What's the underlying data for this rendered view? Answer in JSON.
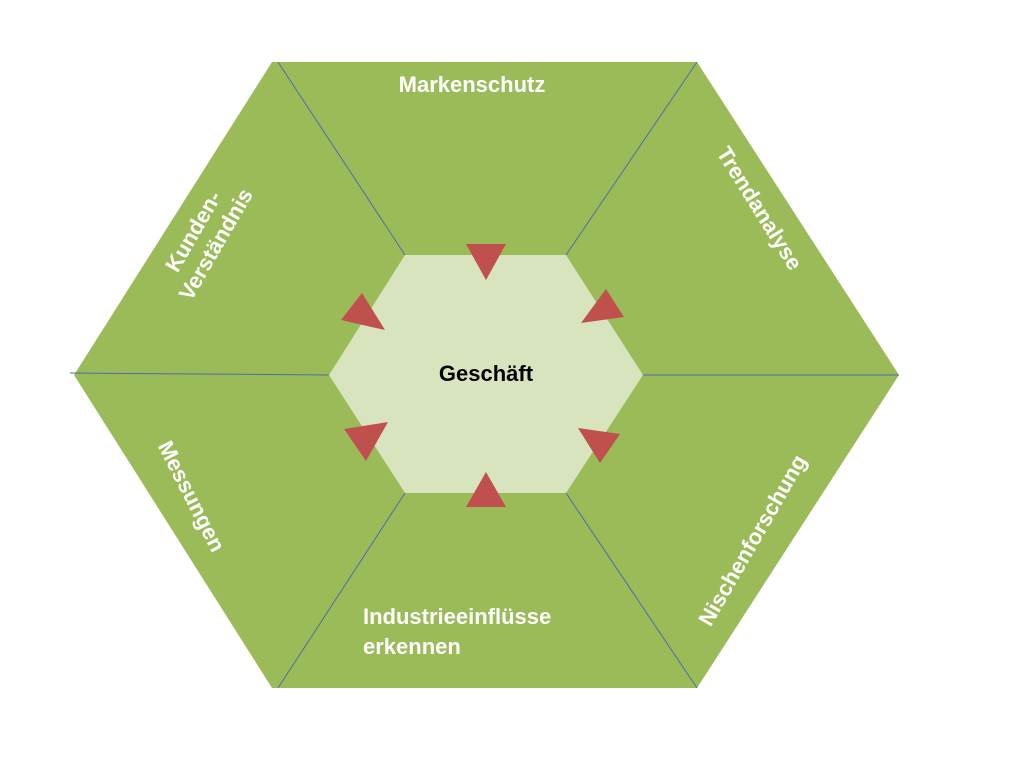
{
  "center": {
    "label": "Geschäft"
  },
  "segments": {
    "top": "Markenschutz",
    "top_right": "Trendanalyse",
    "bottom_right": "Nischenforschung",
    "bottom": {
      "line1": "Industrieeinflüsse",
      "line2": "erkennen"
    },
    "bottom_left": "Messungen",
    "top_left": {
      "line1": "Kunden-",
      "line2": "Verständnis"
    }
  },
  "colors": {
    "outer_fill": "#9bbb59",
    "inner_fill": "#d7e4bd",
    "arrow_fill": "#c0504d",
    "divider": "#4a6fa5",
    "segment_text": "#ffffff",
    "center_text": "#000000"
  }
}
